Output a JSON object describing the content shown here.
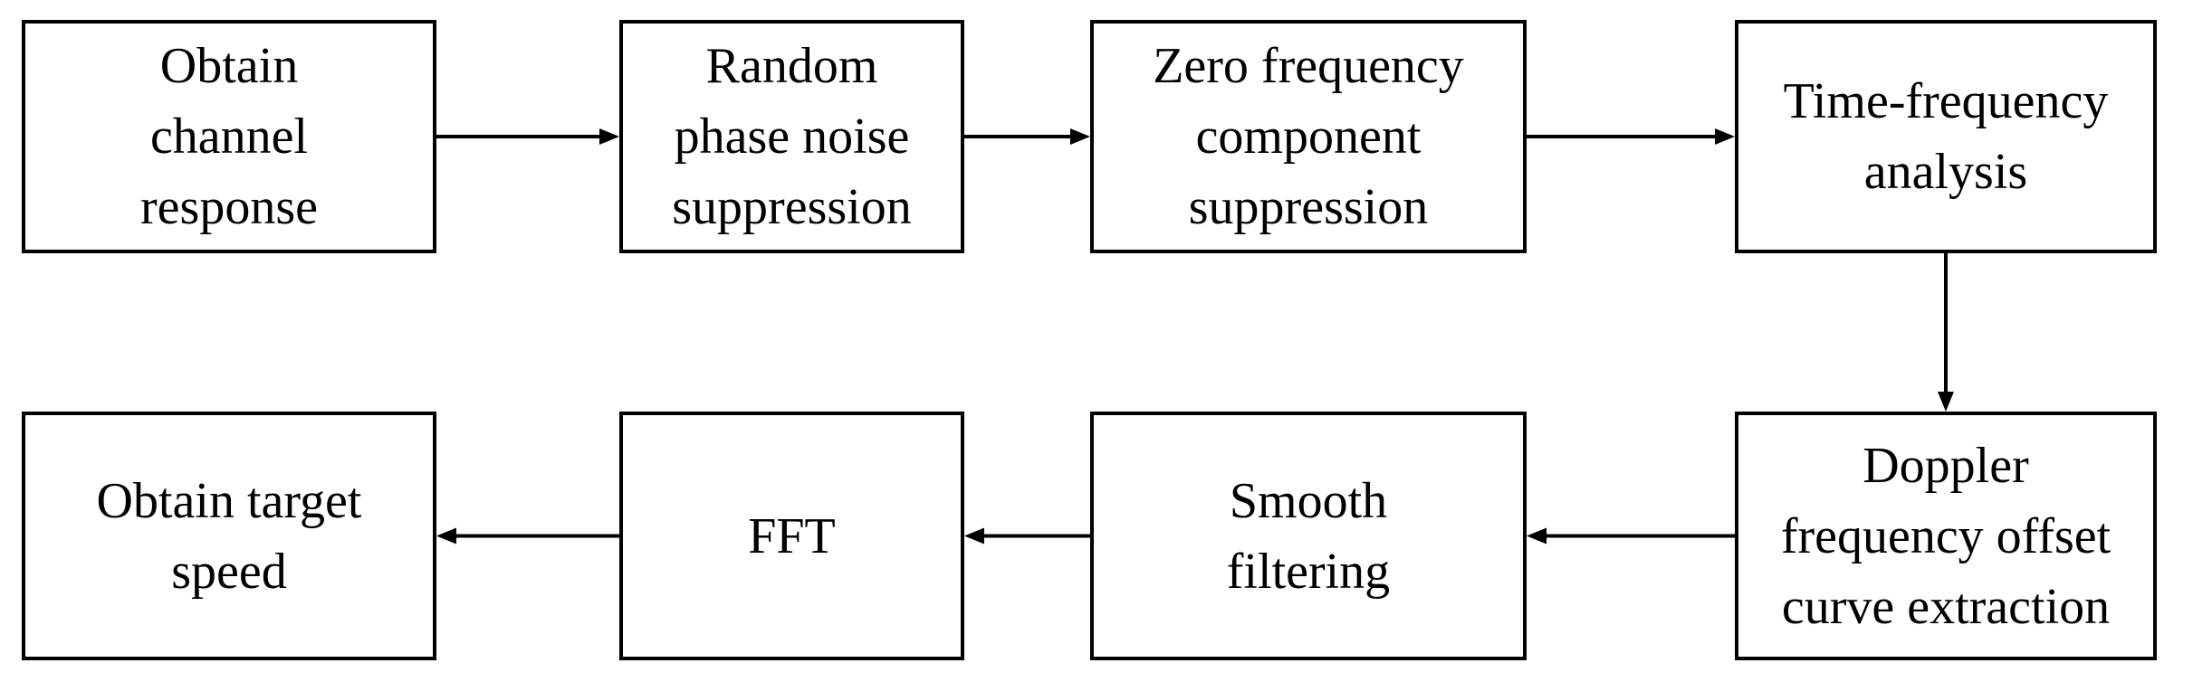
{
  "diagram": {
    "type": "flowchart",
    "nodes": [
      {
        "id": "obtain-channel-response",
        "lines": [
          "Obtain",
          "channel",
          "response"
        ]
      },
      {
        "id": "random-phase-noise-suppression",
        "lines": [
          "Random",
          "phase noise",
          "suppression"
        ]
      },
      {
        "id": "zero-frequency-component-suppression",
        "lines": [
          "Zero frequency",
          "component",
          "suppression"
        ]
      },
      {
        "id": "time-frequency-analysis",
        "lines": [
          "Time-frequency",
          "analysis"
        ]
      },
      {
        "id": "doppler-frequency-offset-curve-extraction",
        "lines": [
          "Doppler",
          "frequency offset",
          "curve extraction"
        ]
      },
      {
        "id": "smooth-filtering",
        "lines": [
          "Smooth",
          "filtering"
        ]
      },
      {
        "id": "fft",
        "lines": [
          "FFT"
        ]
      },
      {
        "id": "obtain-target-speed",
        "lines": [
          "Obtain target",
          "speed"
        ]
      }
    ],
    "edges": [
      {
        "from": "obtain-channel-response",
        "to": "random-phase-noise-suppression"
      },
      {
        "from": "random-phase-noise-suppression",
        "to": "zero-frequency-component-suppression"
      },
      {
        "from": "zero-frequency-component-suppression",
        "to": "time-frequency-analysis"
      },
      {
        "from": "time-frequency-analysis",
        "to": "doppler-frequency-offset-curve-extraction"
      },
      {
        "from": "doppler-frequency-offset-curve-extraction",
        "to": "smooth-filtering"
      },
      {
        "from": "smooth-filtering",
        "to": "fft"
      },
      {
        "from": "fft",
        "to": "obtain-target-speed"
      }
    ],
    "colors": {
      "stroke": "#000000",
      "fill": "#ffffff",
      "text": "#000000"
    }
  }
}
